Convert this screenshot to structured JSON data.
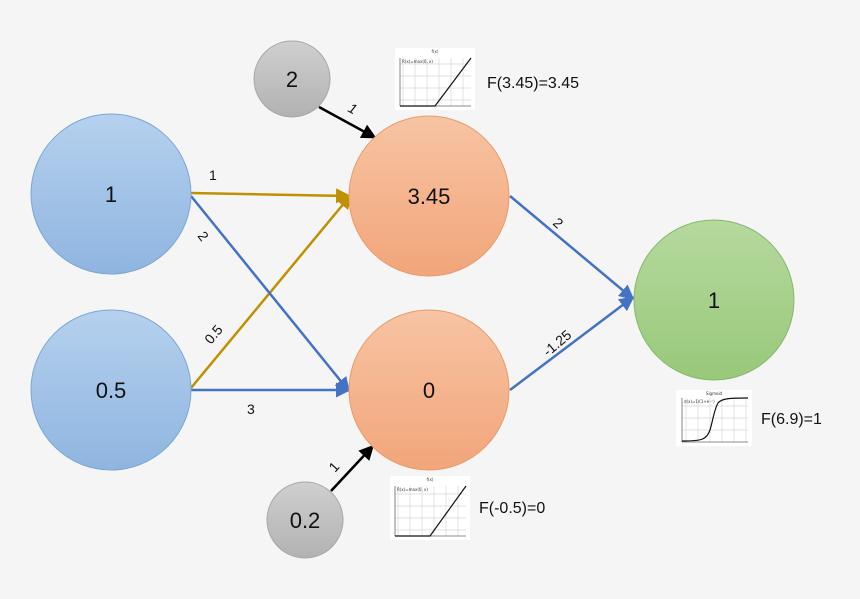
{
  "nodes": {
    "input1": "1",
    "input2": "0.5",
    "bias1": "2",
    "bias2": "0.2",
    "hidden1": "3.45",
    "hidden2": "0",
    "output": "1"
  },
  "weights": {
    "in1_h1": "1",
    "in1_h2": "2",
    "in2_h1": "0.5",
    "in2_h2": "3",
    "b1_h1": "1",
    "b2_h2": "1",
    "h1_out": "2",
    "h2_out": "-1.25"
  },
  "activations": {
    "hidden1": "F(3.45)=3.45",
    "hidden2": "F(-0.5)=0",
    "output": "F(6.9)=1"
  },
  "thumbnails": {
    "relu_title": "f(x)",
    "relu_formula": "R(x)=max(0, x)",
    "sigmoid_title": "Sigmoid",
    "sigmoid_formula": "σ(x)=1/(1+e⁻ˣ)"
  },
  "colors": {
    "input_node": "#9dc3e6",
    "hidden_node": "#f4b183",
    "output_node": "#a9d18e",
    "bias_node": "#bfbfbf",
    "blue_edge": "#4472c4",
    "gold_edge": "#bf9000",
    "black_edge": "#000000"
  }
}
